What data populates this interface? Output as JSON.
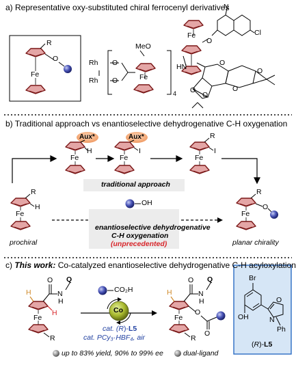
{
  "section_a": {
    "title": "a) Representative oxy-substituted chiral ferrocenyl derivatives",
    "struct1": {
      "r": "R",
      "o": "O",
      "fe": "Fe"
    },
    "struct2": {
      "rh1": "Rh",
      "rh2": "Rh",
      "o1": "O",
      "o2": "O",
      "meo": "MeO",
      "fe": "Fe",
      "sub": "4"
    },
    "struct3": {
      "n1": "N",
      "o": "O",
      "cl": "Cl",
      "fe": "Fe",
      "hn": "HN",
      "o2": "O",
      "o3": "O",
      "o4": "O",
      "o5": "O",
      "o6": "O"
    }
  },
  "section_b": {
    "title": "b) Traditional approach vs enantioselective dehydrogenative C-H oxygenation",
    "fe1": {
      "aux": "Aux*",
      "h": "H",
      "fe": "Fe"
    },
    "fe2": {
      "aux": "Aux*",
      "i": "I",
      "fe": "Fe"
    },
    "fe3": {
      "r": "R",
      "i": "I",
      "fe": "Fe"
    },
    "traditional": "traditional approach",
    "prochiral_struct": {
      "r": "R",
      "h": "H",
      "fe": "Fe"
    },
    "prochiral": "prochiral",
    "reagent_oh": "OH",
    "enantio_line1": "enantioselective dehydrogenative",
    "enantio_line2": "C-H oxygenation",
    "unprecedented": "(unprecedented)",
    "product": {
      "r": "R",
      "o": "O",
      "fe": "Fe"
    },
    "planar": "planar chirality"
  },
  "section_c": {
    "title_prefix": "c) ",
    "title_bold": "This work:",
    "title_rest": " Co-catalyzed enantioselective dehydrogenative C-H acyloxylation",
    "sm": {
      "h1": "H",
      "h2": "H",
      "n": "N",
      "h3": "H",
      "q": "Q",
      "o": "O",
      "fe": "Fe",
      "r": "R"
    },
    "acid": "CO₂H",
    "co": "Co",
    "cat_line1_a": "cat. (",
    "cat_line1_r": "R",
    "cat_line1_b": ")-",
    "cat_line1_l5": "L5",
    "cat_line2": "cat. PCy₃·HBF₄, air",
    "product": {
      "h1": "H",
      "n": "N",
      "h2": "H",
      "q": "Q",
      "o1": "O",
      "o2": "O",
      "o3": "O",
      "fe": "Fe",
      "r": "R"
    },
    "ligand": {
      "br": "Br",
      "oh": "OH",
      "n": "N",
      "o": "O",
      "ph": "Ph",
      "name_a": "(",
      "name_r": "R",
      "name_b": ")-",
      "name_l5": "L5"
    },
    "note1": "up to 83% yield, 90% to 99% ee",
    "note2": "dual-ligand"
  },
  "colors": {
    "cp": "#8a1f1f",
    "cp_fill": "#d98a8a",
    "aux": "#f2b48a",
    "co": "#9aab2a",
    "sphere": "#3a44a8",
    "box": "#2b6cc4",
    "box_fill": "#d6e6f6",
    "red": "#d8262b",
    "blue": "#1f3fa0"
  }
}
